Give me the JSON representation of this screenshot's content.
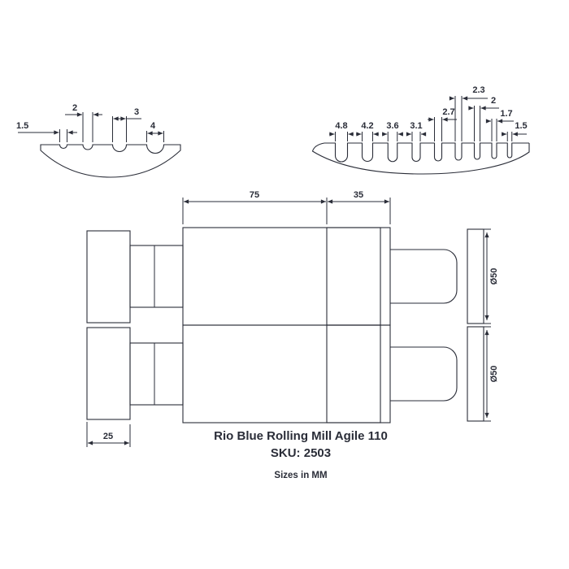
{
  "drawing": {
    "ink_color": "#2a2d38",
    "background_color": "#ffffff"
  },
  "left_profile": {
    "dims": [
      "1.5",
      "2",
      "3",
      "4"
    ]
  },
  "right_profile": {
    "dims": [
      "4.8",
      "4.2",
      "3.6",
      "3.1",
      "2.7",
      "2.3",
      "2",
      "1.7",
      "1.5"
    ]
  },
  "main_view": {
    "length_body": "75",
    "length_groove_section": "35",
    "length_drive_end": "25",
    "dia_top_roller": "Ø50",
    "dia_bottom_roller": "Ø50"
  },
  "title_block": {
    "title": "Rio Blue Rolling Mill Agile 110",
    "sku": "SKU: 2503",
    "units": "Sizes in MM"
  }
}
